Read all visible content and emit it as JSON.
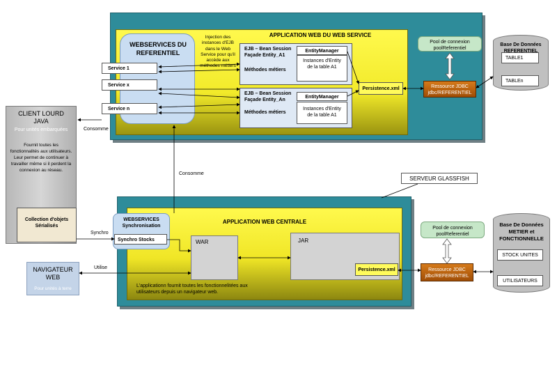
{
  "webservice_app": {
    "title": "APPLICATION  WEB DU WEB SERVICE",
    "ws_title": "WEBSERVICES DU REFERENTIEL",
    "services": [
      "Service 1",
      "Service x",
      "Service n"
    ],
    "injection_note": "Injection des instances d'EJB dans le Web Service pour qu'il accède aux méthodes métiers",
    "ejb1": {
      "title": "EJB – Bean Session Façade Entity_A1",
      "methods": "Méthodes métiers",
      "em": "EntityManager",
      "instances": "Instances d'Entity de la table A1"
    },
    "ejb2": {
      "title": "EJB – Bean Session Façade Entity_An",
      "methods": "Méthodes métiers",
      "em": "EntityManager",
      "instances": "Instances d'Entity de la table A1"
    },
    "persistence": "Persistence.xml"
  },
  "top_right": {
    "pool": "Pool de connexion poolReferentiel",
    "jdbc": "Ressource JDBC jdbc/REFERENTIEL",
    "db_title": "Base De Données REFERENTIEL",
    "tables": [
      "TABLE1",
      "TABLEn"
    ]
  },
  "client": {
    "title": "CLIENT LOURD JAVA",
    "subtitle": "Pour unités embarquées",
    "desc": "Fournit toutes les fonctionnalités aux utilisateurs. Leur permet de continuer à travailler même si il perdent la connexion au réseau.",
    "collection": "Collection d'objets Sérialisés"
  },
  "labels": {
    "consomme_left": "Consomme",
    "consomme_mid": "Consomme",
    "synchro": "Synchro",
    "utilise": "Utilise",
    "glassfish": "SERVEUR GLASSFISH"
  },
  "central_app": {
    "title": "APPLICATION  WEB CENTRALE",
    "ws_sync": "WEBSERVICES Synchronisation",
    "sync_stock": "Synchro Stocks",
    "war": "WAR",
    "jar": "JAR",
    "persistence": "Persistence.xml",
    "footer": "L'applicationn fournit toutes les fonctionnelitées aux  utilisateurs depuis un navigateur web."
  },
  "browser": {
    "title": "NAVIGATEUR WEB",
    "subtitle": "Pour unités à terre"
  },
  "bottom_right": {
    "pool": "Pool de connexion poolReferentiel",
    "jdbc": "Ressource JDBC jdbc/REFERENTIEL",
    "db_title": "Base De Données METIER et FONCTIONNELLE",
    "tables": [
      "STOCK UNITES",
      "UTILISATEURS"
    ]
  }
}
